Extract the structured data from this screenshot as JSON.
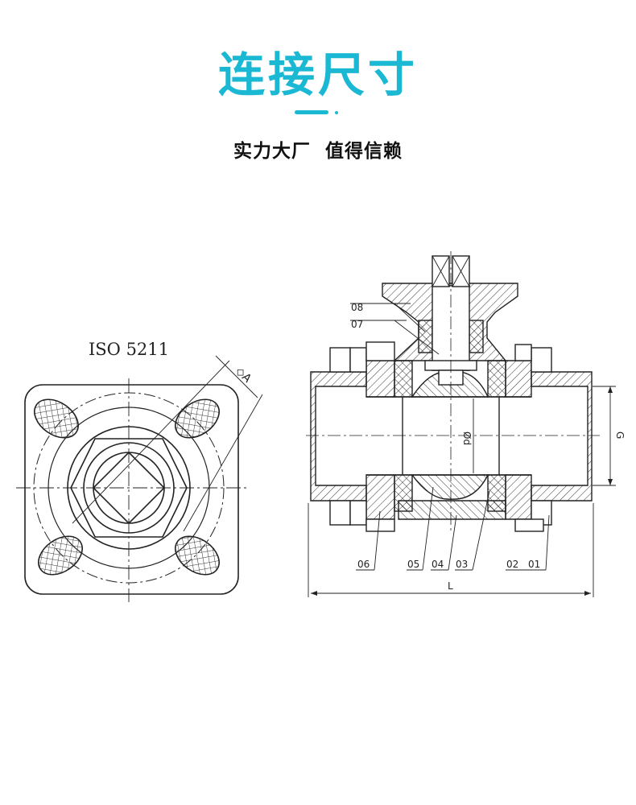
{
  "header": {
    "title": "连接尺寸",
    "subtitle": "实力大厂  值得信赖",
    "accent_color": "#1bb8d4"
  },
  "flange_view": {
    "standard_label": "ISO 5211",
    "dimension_label": "◇A"
  },
  "section_view": {
    "part_labels": [
      "08",
      "07",
      "06",
      "05",
      "04",
      "03",
      "02",
      "01"
    ],
    "bore_label": "Ød",
    "thread_label": "G",
    "length_label": "L"
  }
}
